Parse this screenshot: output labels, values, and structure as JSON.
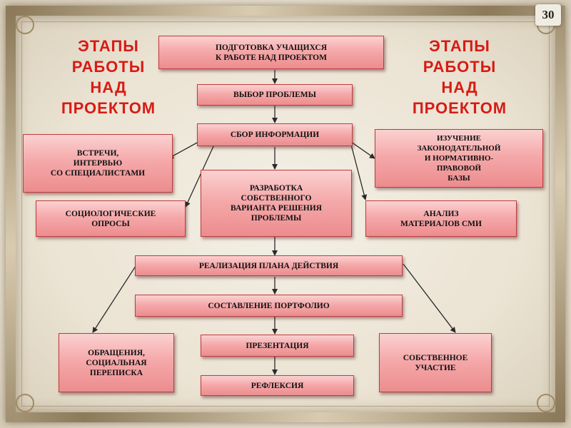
{
  "page_number": "30",
  "title_left": "ЭТАПЫ\nРАБОТЫ\nНАД\nПРОЕКТОМ",
  "title_right": "ЭТАПЫ\nРАБОТЫ\nНАД\nПРОЕКТОМ",
  "title_color": "#d81b15",
  "box_color": "#f5a9aa",
  "nodes": {
    "preparation": "ПОДГОТОВКА УЧАЩИХСЯ\nК РАБОТЕ НАД ПРОЕКТОМ",
    "problem_choice": "ВЫБОР  ПРОБЛЕМЫ",
    "info_gathering": "СБОР  ИНФОРМАЦИИ",
    "meetings": "ВСТРЕЧИ,\nИНТЕРВЬЮ\nСО СПЕЦИАЛИСТАМИ",
    "legislation": "ИЗУЧЕНИЕ\nЗАКОНОДАТЕЛЬНОЙ\nИ НОРМАТИВНО-\nПРАВОВОЙ\nБАЗЫ",
    "own_solution": "РАЗРАБОТКА\nСОБСТВЕННОГО\nВАРИАНТА РЕШЕНИЯ\nПРОБЛЕМЫ",
    "surveys": "СОЦИОЛОГИЧЕСКИЕ\nОПРОСЫ",
    "media_analysis": "АНАЛИЗ\nМАТЕРИАЛОВ СМИ",
    "action_plan": "РЕАЛИЗАЦИЯ  ПЛАНА  ДЕЙСТВИЯ",
    "portfolio": "СОСТАВЛЕНИЕ  ПОРТФОЛИО",
    "appeals": "ОБРАЩЕНИЯ,\nСОЦИАЛЬНАЯ\nПЕРЕПИСКА",
    "presentation": "ПРЕЗЕНТАЦИЯ",
    "own_participation": "СОБСТВЕННОЕ\nУЧАСТИЕ",
    "reflection": "РЕФЛЕКСИЯ"
  }
}
